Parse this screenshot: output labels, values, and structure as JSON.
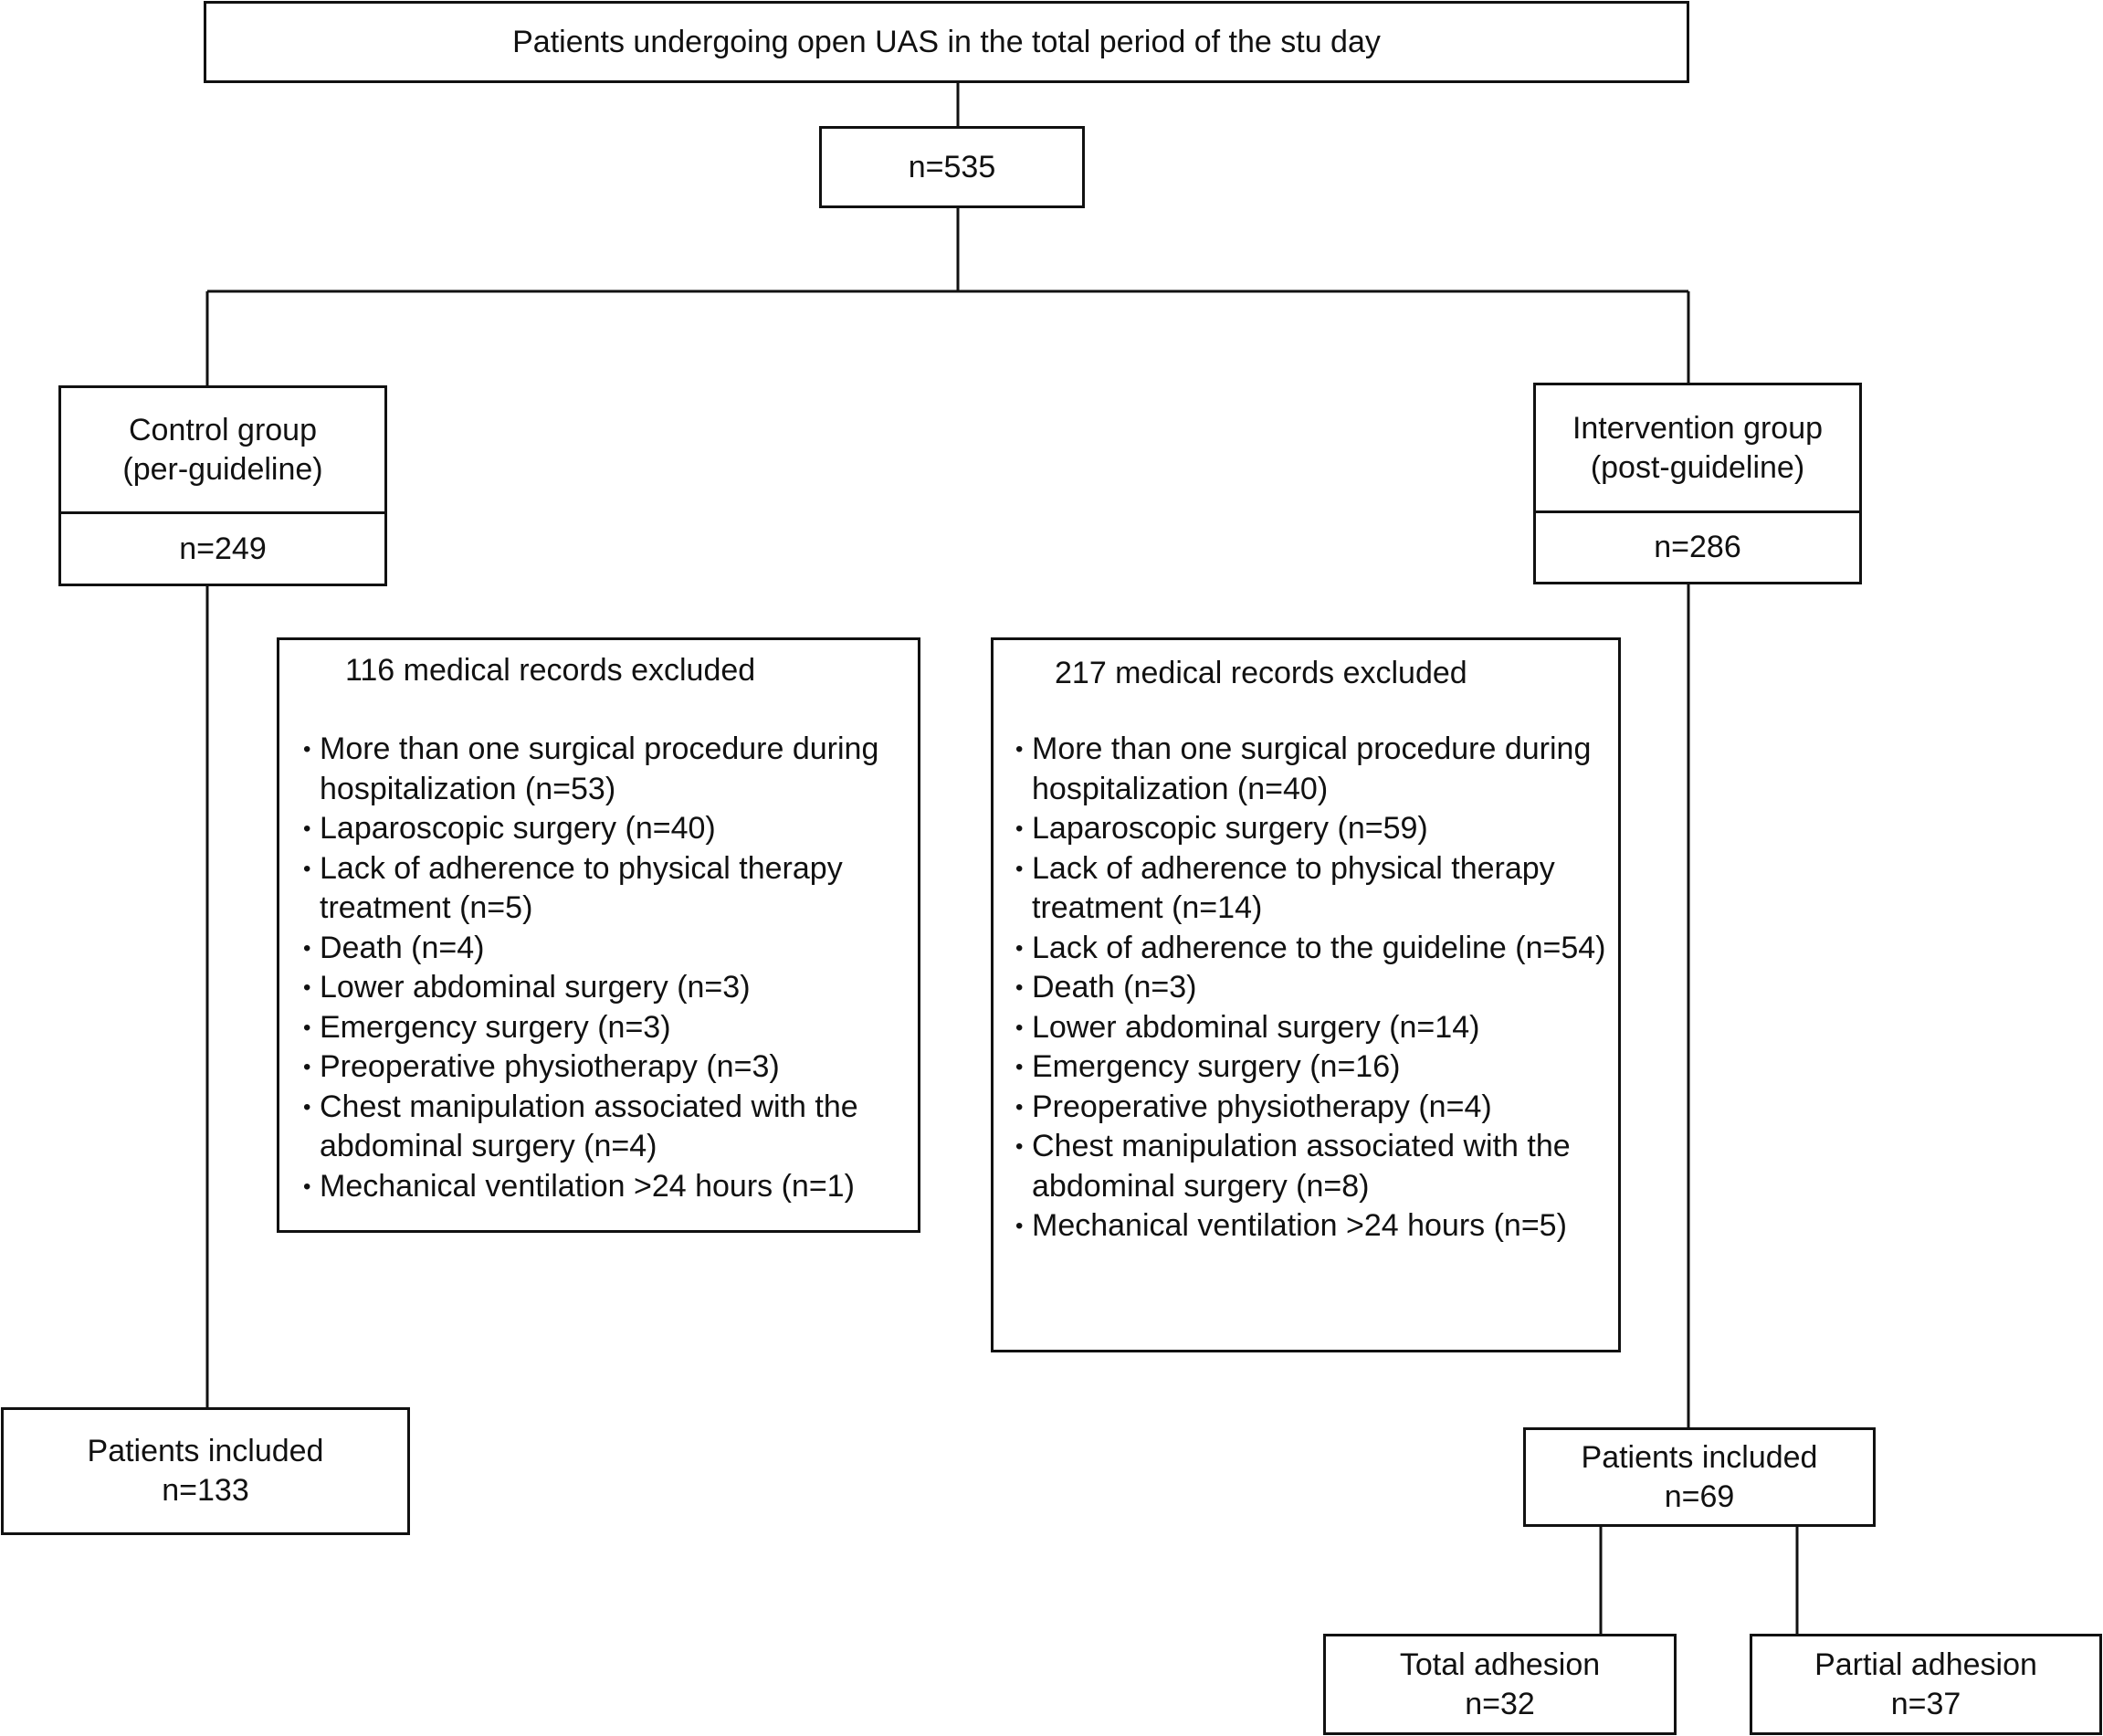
{
  "top": {
    "title": "Patients undergoing open UAS in the total period of the stu day",
    "total": "n=535"
  },
  "control": {
    "label_line1": "Control group",
    "label_line2": "(per-guideline)",
    "n": "n=249",
    "excluded_title": "116 medical records excluded",
    "exclusions": [
      "More than one surgical procedure during hospitalization (n=53)",
      "Laparoscopic surgery (n=40)",
      "Lack of adherence to physical therapy treatment (n=5)",
      "Death (n=4)",
      "Lower abdominal surgery (n=3)",
      "Emergency surgery (n=3)",
      "Preoperative physiotherapy (n=3)",
      "Chest manipulation associated with the abdominal surgery (n=4)",
      "Mechanical ventilation >24 hours (n=1)"
    ],
    "included_label": "Patients included",
    "included_n": "n=133"
  },
  "intervention": {
    "label_line1": "Intervention group",
    "label_line2": "(post-guideline)",
    "n": "n=286",
    "excluded_title": "217 medical records excluded",
    "exclusions": [
      "More than one surgical procedure during hospitalization (n=40)",
      "Laparoscopic surgery (n=59)",
      "Lack of adherence to physical therapy treatment (n=14)",
      "Lack of adherence to the guideline (n=54)",
      "Death (n=3)",
      "Lower abdominal surgery (n=14)",
      "Emergency surgery (n=16)",
      "Preoperative physiotherapy (n=4)",
      "Chest manipulation associated with the abdominal surgery (n=8)",
      "Mechanical ventilation >24 hours (n=5)"
    ],
    "included_label": "Patients included",
    "included_n": "n=69",
    "total_adhesion_label": "Total adhesion",
    "total_adhesion_n": "n=32",
    "partial_adhesion_label": "Partial adhesion",
    "partial_adhesion_n": "n=37"
  },
  "bullet_glyph": "•"
}
